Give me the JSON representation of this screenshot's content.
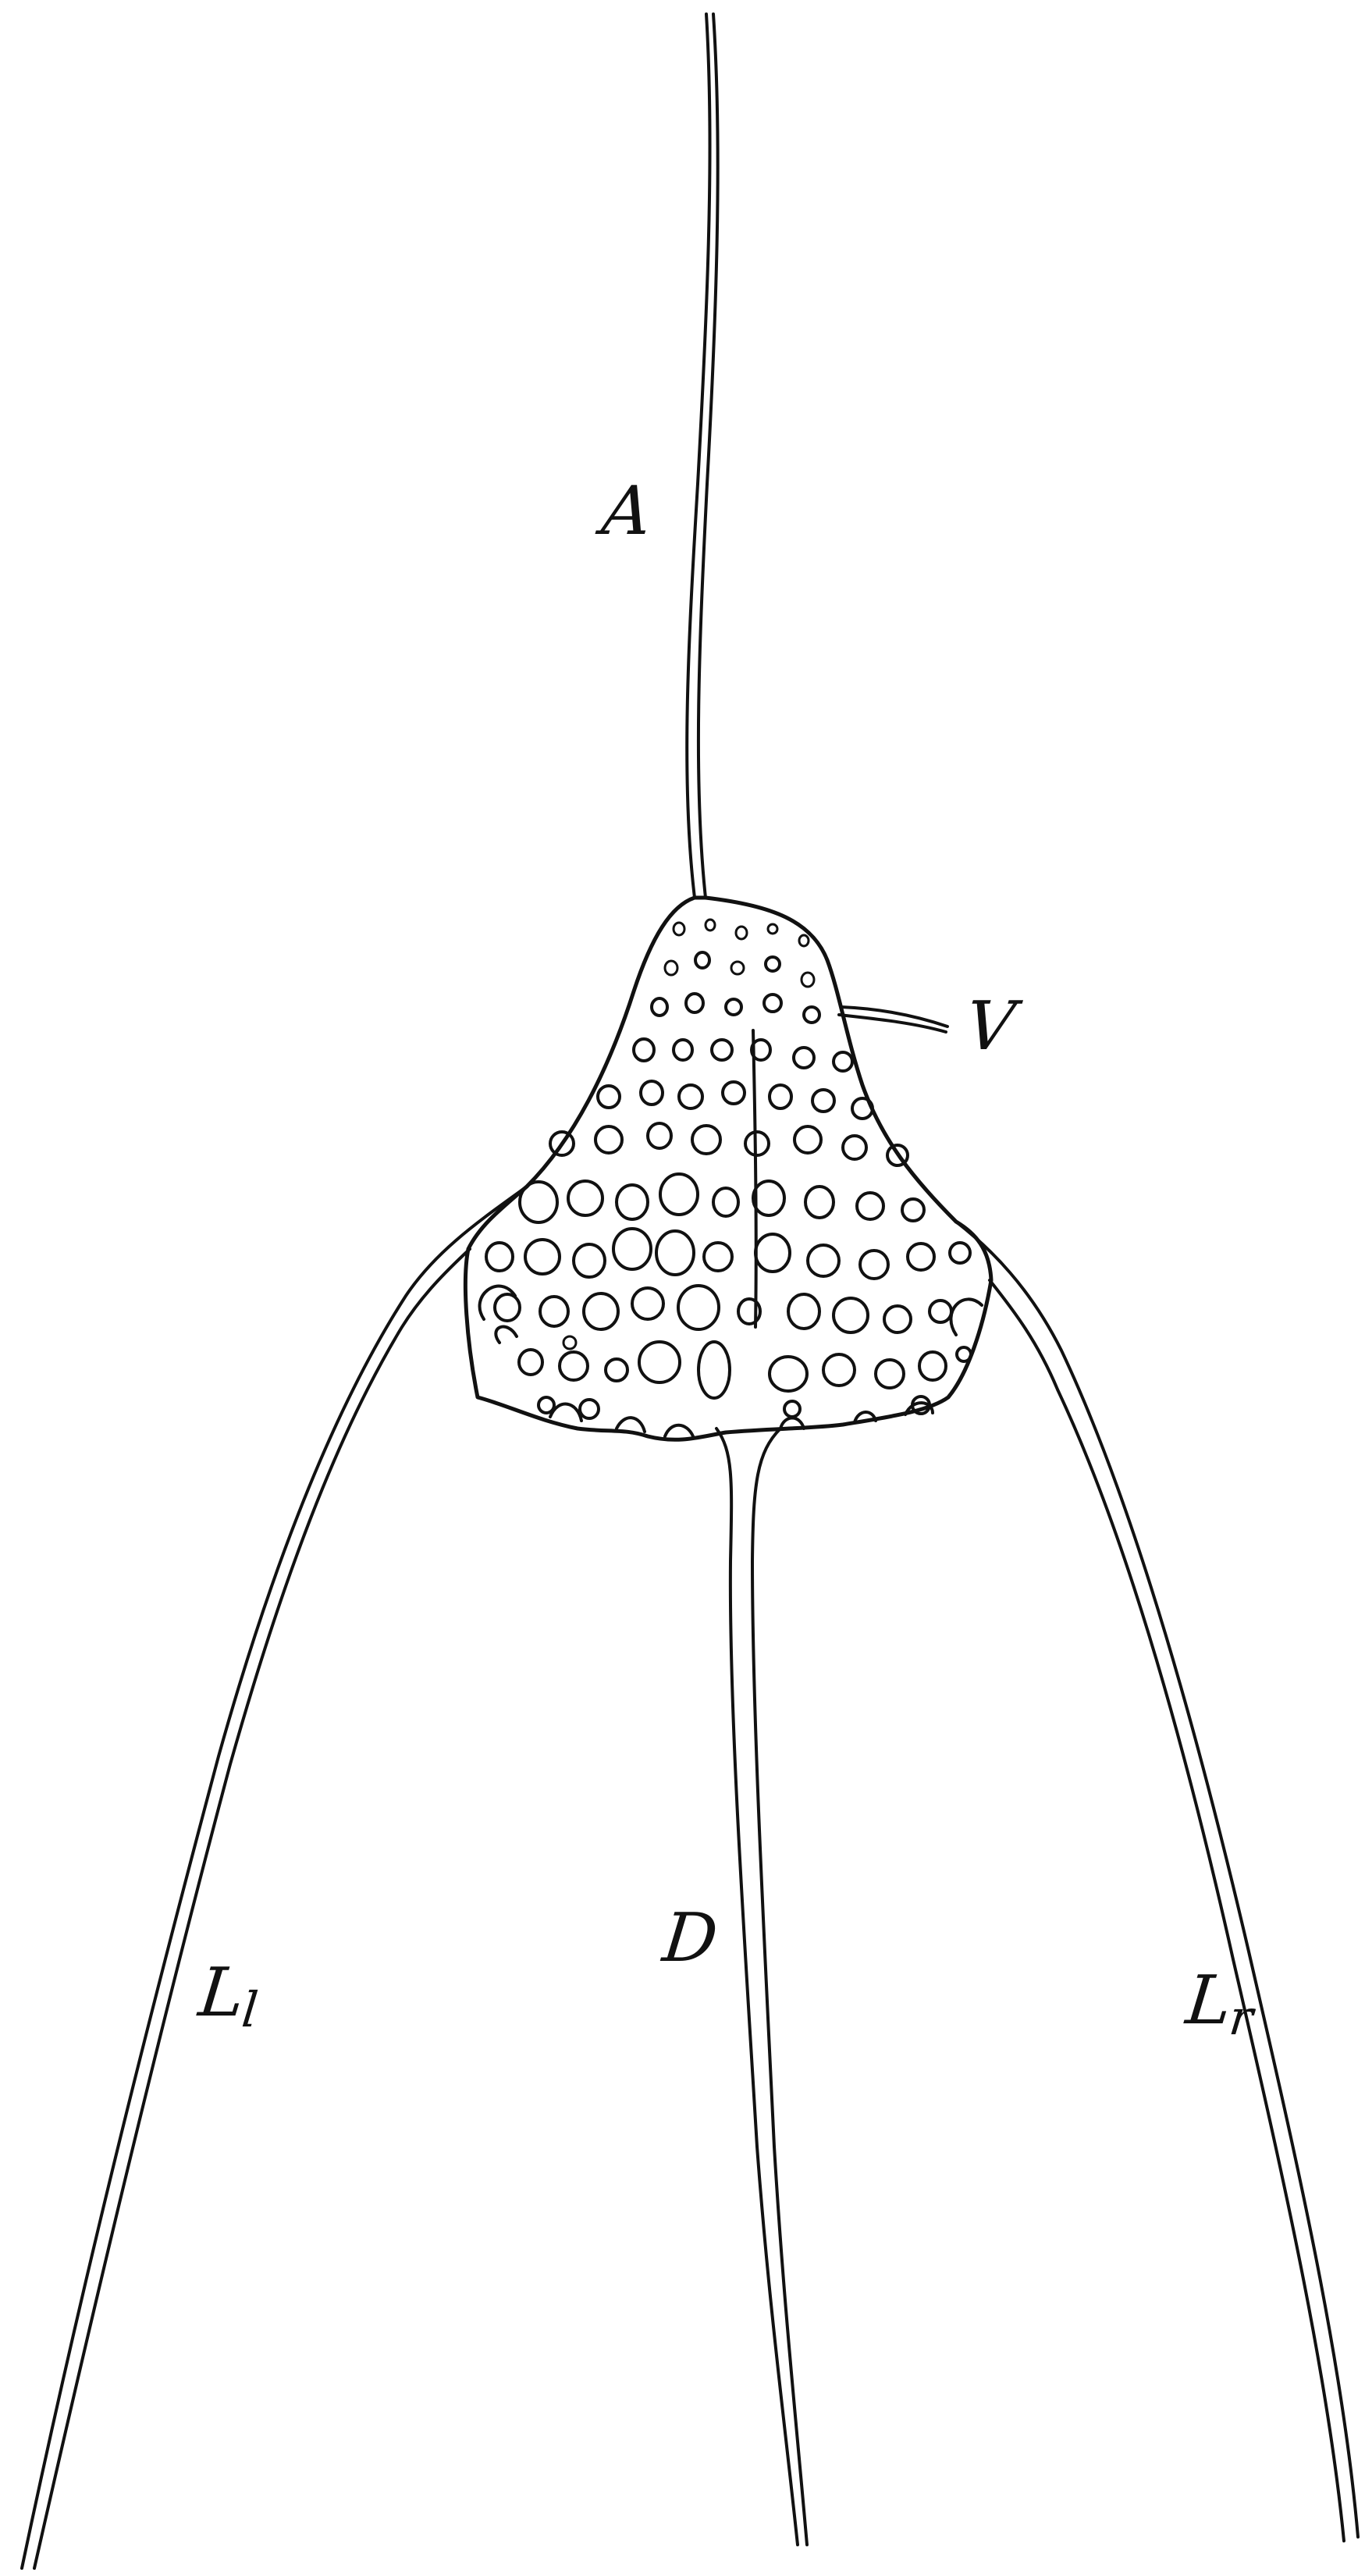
{
  "figure": {
    "labels": {
      "apical_spine": "A",
      "ventral_spine": "V",
      "dorsal_spine": "D",
      "left_lateral": {
        "letter": "L",
        "sub": "l"
      },
      "right_lateral": {
        "letter": "L",
        "sub": "r"
      }
    },
    "ink_color": "#111111",
    "background_color": "#ffffff"
  }
}
